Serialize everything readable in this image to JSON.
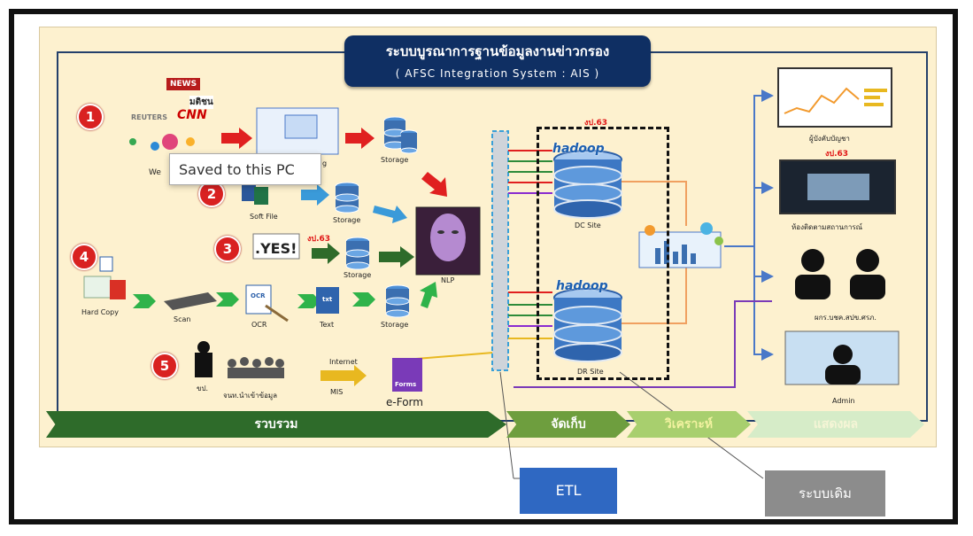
{
  "title": {
    "thai": "ระบบบูรณาการฐานข้อมูลงานข่าวกรอง",
    "english": "( AFSC Integration System : AIS )"
  },
  "badges": [
    "1",
    "2",
    "3",
    "4",
    "5"
  ],
  "sources": {
    "news_logos": [
      "NEWS",
      "REUTERS",
      "CNN",
      "มติชน"
    ],
    "web_label": "We",
    "processing_label": "g",
    "storage_1": "Storage",
    "soft_file": "Soft File",
    "storage_2": "Storage",
    "yes_label": ".YES!",
    "yes_note": "งป.63",
    "storage_3": "Storage",
    "hard_copy": "Hard Copy",
    "scan": "Scan",
    "ocr": "OCR",
    "ocr_icon": "OCR",
    "text": "Text",
    "text_icon": "txt",
    "storage_4": "Storage",
    "nlp": "NLP",
    "person_label": "ขป.",
    "group_label": "จนท.นำเข้าข้อมูล",
    "internet": "Internet",
    "mis": "MIS",
    "forms_icon": "Forms",
    "eform": "e-Form"
  },
  "storage_center": {
    "note": "งป.63",
    "hadoop_1": "hadoop",
    "dc_site": "DC Site",
    "hadoop_2": "hadoop",
    "dr_site": "DR Site"
  },
  "outputs": {
    "dashboard": "ผู้บังคับบัญชา",
    "ops_note": "งป.63",
    "ops_room": "ห้องติดตามสถานการณ์",
    "officers": "ผกร.บชค.สปข.ศรภ.",
    "admin": "Admin"
  },
  "stages": [
    "รวบรวม",
    "จัดเก็บ",
    "วิเคราะห์",
    "แสดงผล"
  ],
  "toast": "Saved to this PC",
  "legend": {
    "etl": "ETL",
    "legacy": "ระบบเดิม"
  },
  "colors": {
    "title_bg": "#0f2f63",
    "badge": "#d92121",
    "green_stage": "#2e6b2a",
    "etl": "#2f68c2",
    "legacy": "#8c8c8c"
  }
}
